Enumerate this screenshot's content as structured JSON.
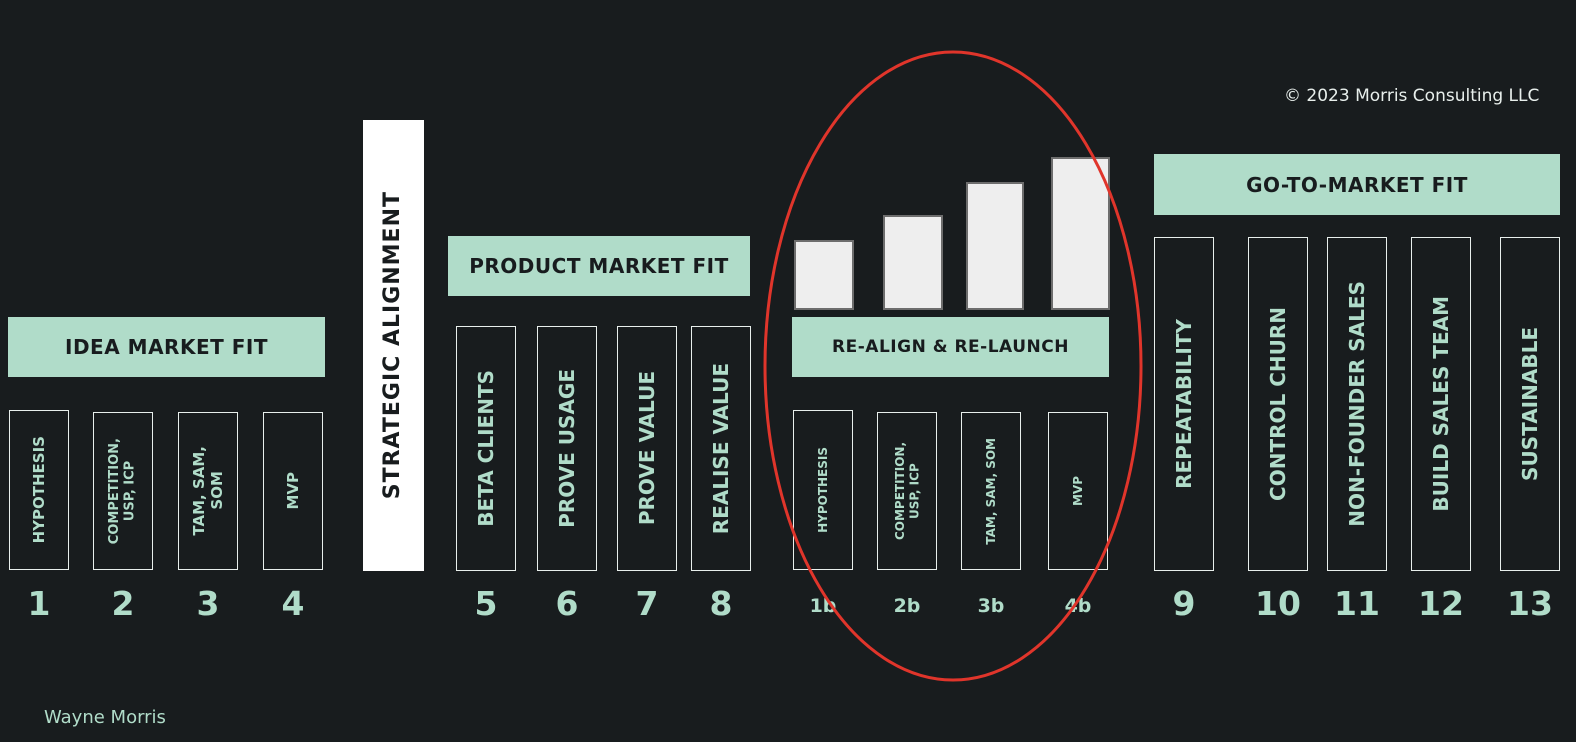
{
  "copyright": "© 2023 Morris Consulting LLC",
  "author": "Wayne Morris",
  "strategic_alignment": "STRATEGIC ALIGNMENT",
  "idea": {
    "title": "IDEA MARKET FIT",
    "steps": [
      {
        "label": "HYPOTHESIS",
        "num": "1"
      },
      {
        "label": "COMPETITION,\nUSP, ICP",
        "num": "2"
      },
      {
        "label": "TAM, SAM,\nSOM",
        "num": "3"
      },
      {
        "label": "MVP",
        "num": "4"
      }
    ]
  },
  "product": {
    "title": "PRODUCT MARKET FIT",
    "steps": [
      {
        "label": "BETA CLIENTS",
        "num": "5"
      },
      {
        "label": "PROVE USAGE",
        "num": "6"
      },
      {
        "label": "PROVE VALUE",
        "num": "7"
      },
      {
        "label": "REALISE VALUE",
        "num": "8"
      }
    ]
  },
  "realign": {
    "title": "RE-ALIGN & RE-LAUNCH",
    "steps": [
      {
        "label": "HYPOTHESIS",
        "num": "1b"
      },
      {
        "label": "COMPETITION,\nUSP, ICP",
        "num": "2b"
      },
      {
        "label": "TAM, SAM, SOM",
        "num": "3b"
      },
      {
        "label": "MVP",
        "num": "4b"
      }
    ],
    "growth_bar_levels": [
      0.45,
      0.61,
      0.82,
      0.98
    ],
    "highlight_color": "#e0352b"
  },
  "gtm": {
    "title": "GO-TO-MARKET FIT",
    "steps": [
      {
        "label": "REPEATABILITY",
        "num": "9"
      },
      {
        "label": "CONTROL CHURN",
        "num": "10"
      },
      {
        "label": "NON-FOUNDER SALES",
        "num": "11"
      },
      {
        "label": "BUILD SALES TEAM",
        "num": "12"
      },
      {
        "label": "SUSTAINABLE",
        "num": "13"
      }
    ]
  },
  "colors": {
    "background": "#181c1e",
    "accent": "#b0dcc9",
    "outline": "#e8efec"
  }
}
